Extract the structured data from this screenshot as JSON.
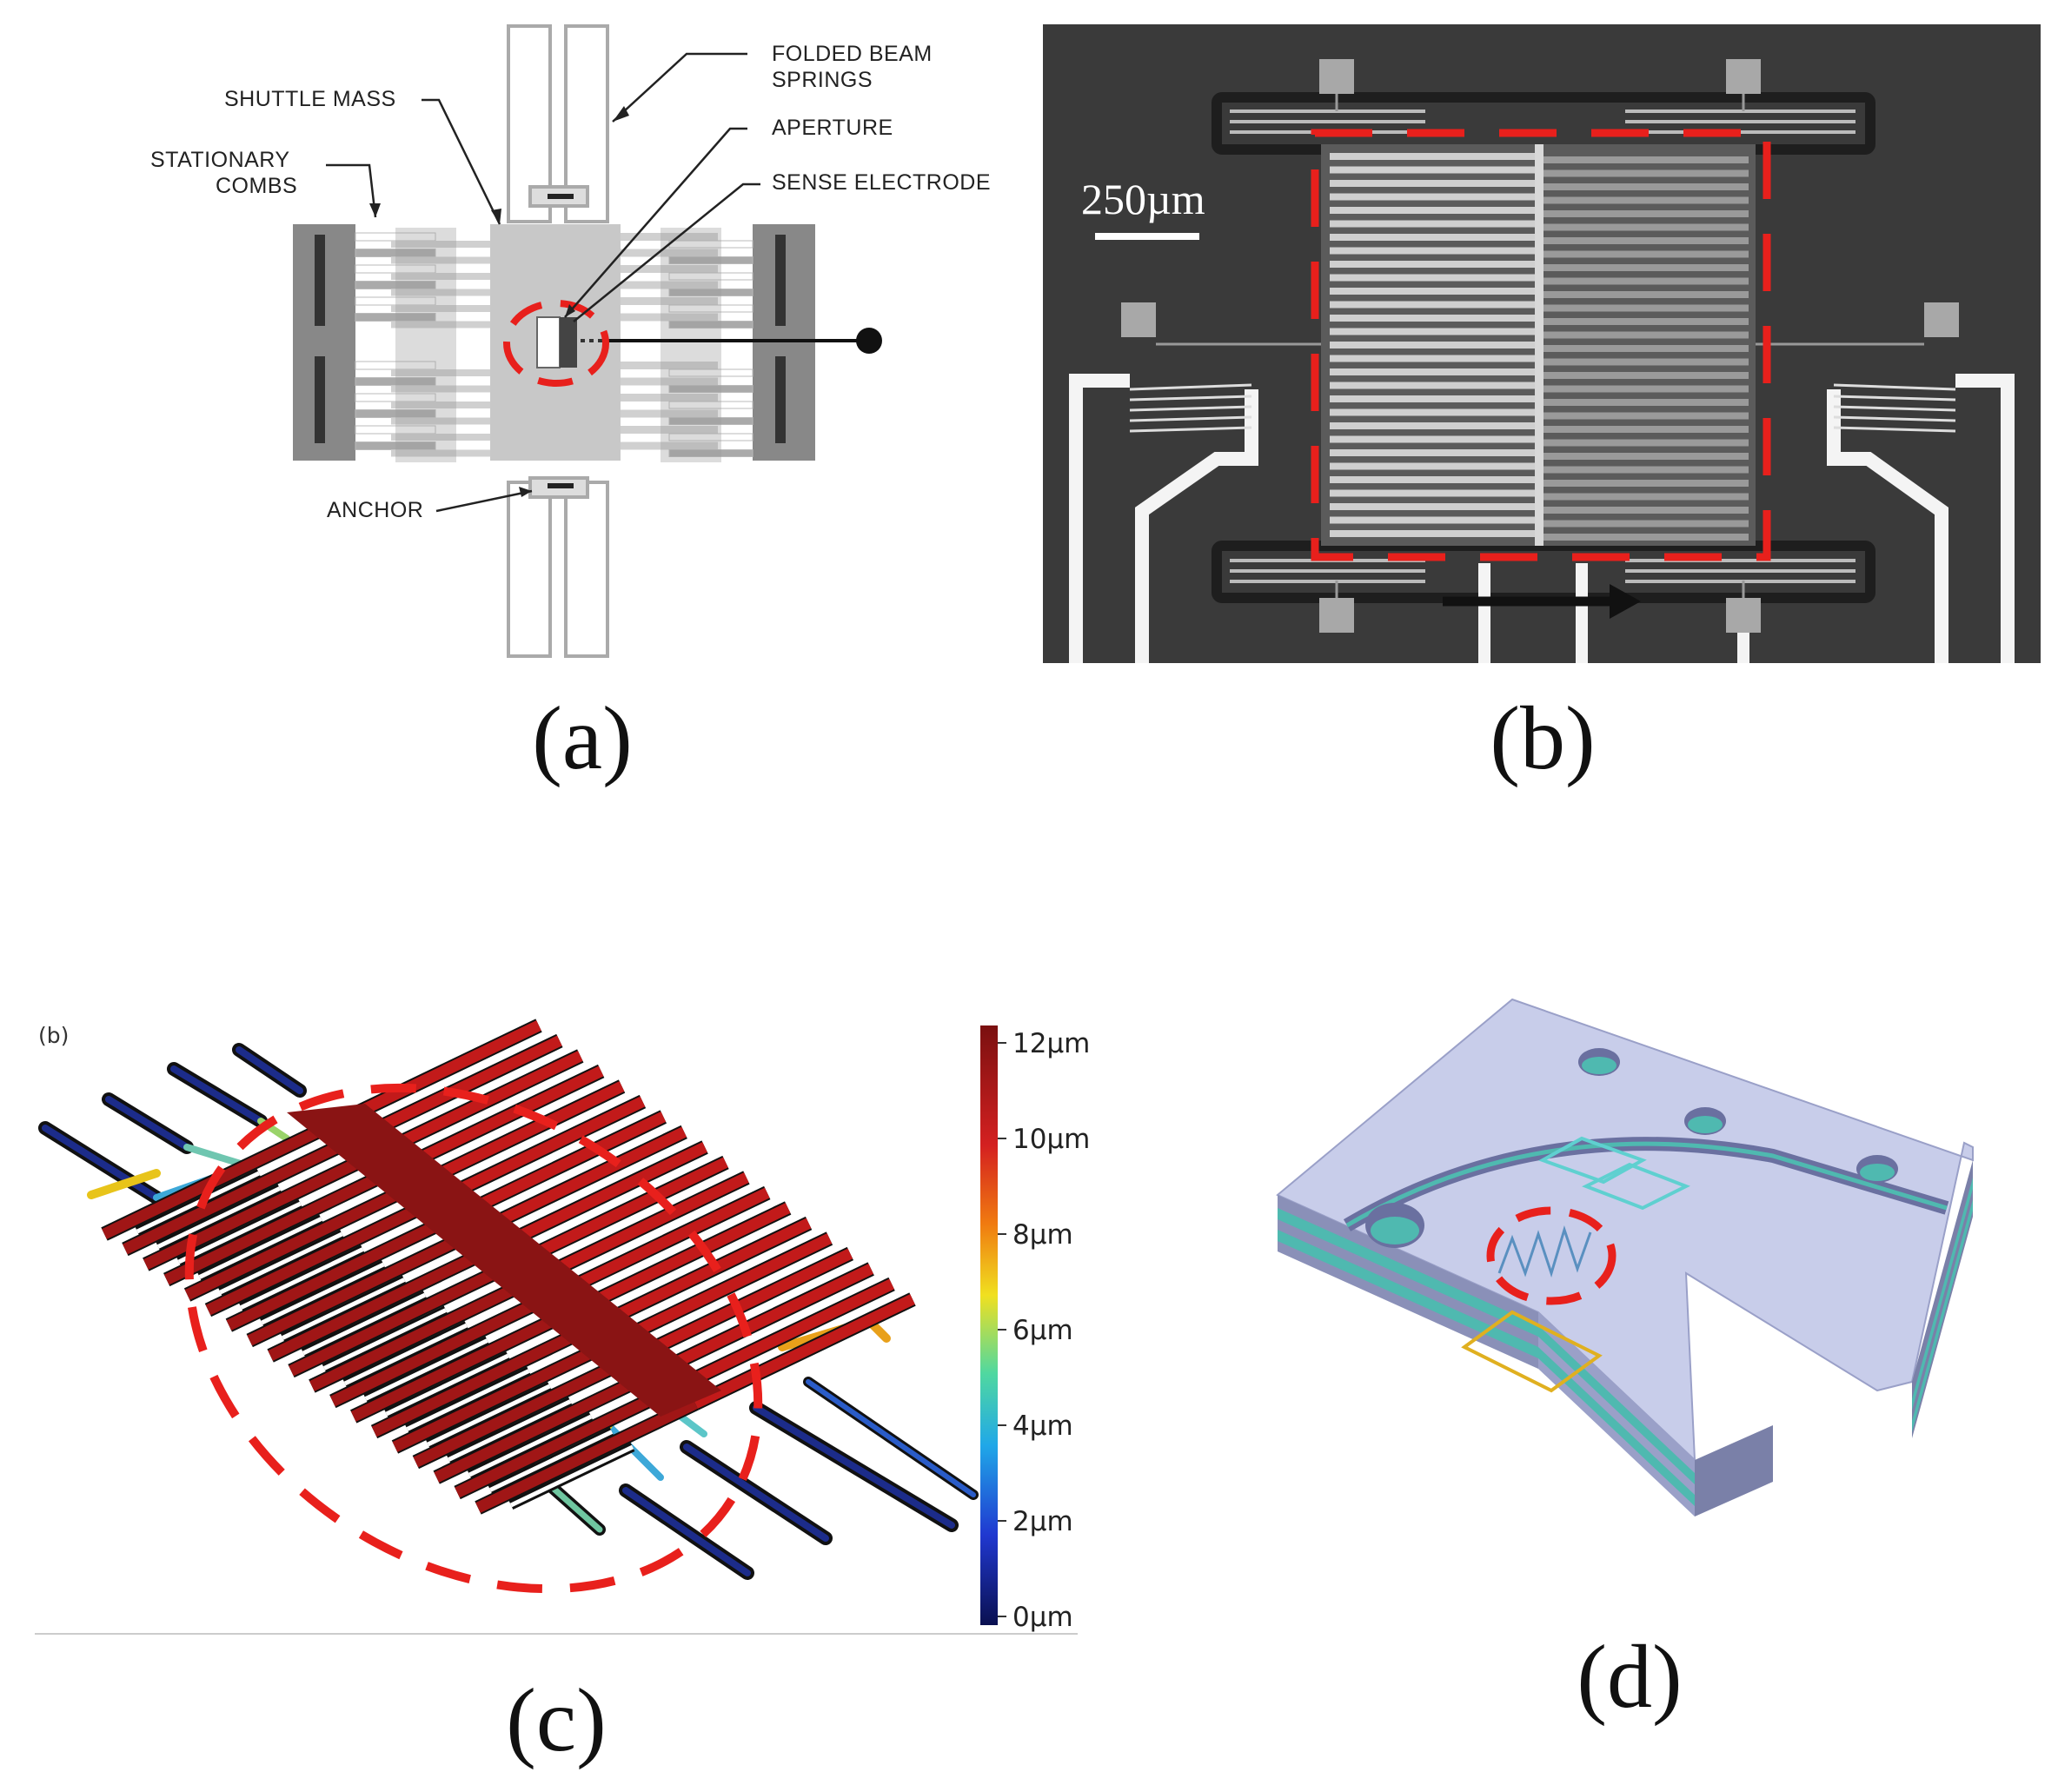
{
  "panel_a": {
    "labels": {
      "folded_beam": [
        "FOLDED BEAM",
        "SPRINGS"
      ],
      "shuttle_mass": "SHUTTLE MASS",
      "aperture": "APERTURE",
      "stationary_combs": [
        "STATIONARY",
        "COMBS"
      ],
      "sense_electrode": "SENSE ELECTRODE",
      "anchor": "ANCHOR"
    },
    "caption": "(a)"
  },
  "panel_b": {
    "scale_bar": "250µm",
    "caption": "(b)"
  },
  "panel_c": {
    "inner_label": "(b)",
    "colorbar": {
      "ticks": [
        "12µm",
        "10µm",
        "8µm",
        "6µm",
        "4µm",
        "2µm",
        "0µm"
      ]
    },
    "caption": "(c)"
  },
  "panel_d": {
    "caption": "(d)"
  },
  "colors": {
    "highlight": "#e8201c",
    "teal": "#4fb9b0",
    "mass_gray": "#c8c8c8",
    "comb_dark": "#8a8a8a"
  }
}
